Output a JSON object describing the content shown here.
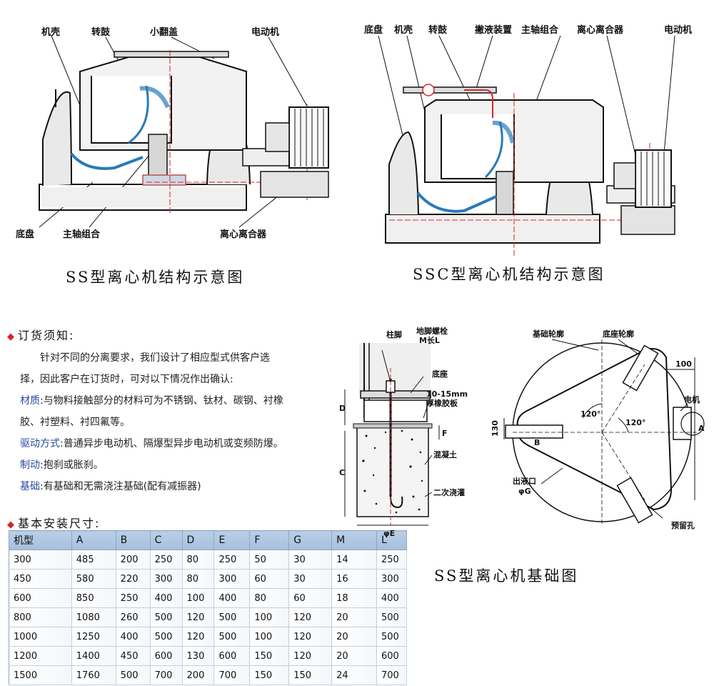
{
  "diagram_ss": {
    "labels": {
      "shell": "机壳",
      "drum": "转鼓",
      "lid": "小翻盖",
      "motor": "电动机",
      "base": "底盘",
      "spindle": "主轴组合",
      "clutch": "离心离合器"
    },
    "caption": "SS型离心机结构示意图"
  },
  "diagram_ssc": {
    "labels": {
      "base": "底盘",
      "shell": "机壳",
      "drum": "转鼓",
      "scraper": "撇液装置",
      "spindle": "主轴组合",
      "clutch": "离心离合器",
      "motor": "电动机"
    },
    "caption": "SSC型离心机结构示意图"
  },
  "order_notes": {
    "title": "订货须知:",
    "intro_line1": "针对不同的分离要求，我们设计了相应型式供客户选",
    "intro_line2": "择，因此客户在订货时，可对以下情况作出确认:",
    "material_key": "材质",
    "material_val1": ":与物料接触部分的材料可为不锈钢、钛材、碳钢、衬橡",
    "material_val2": "胶、衬塑料、衬四氟等。",
    "drive_key": "驱动方式",
    "drive_val": ":普通异步电动机、隔爆型异步电动机或变频防爆。",
    "brake_key": "制动",
    "brake_val": ":抱刹或胀刹。",
    "foundation_key": "基础",
    "foundation_val": ":有基础和无需浇注基础(配有减振器)"
  },
  "install": {
    "title": "基本安装尺寸:",
    "headers": [
      "机型",
      "A",
      "B",
      "C",
      "D",
      "E",
      "F",
      "G",
      "M",
      "L"
    ],
    "rows": [
      [
        "300",
        "485",
        "200",
        "250",
        "80",
        "250",
        "50",
        "30",
        "14",
        "250"
      ],
      [
        "450",
        "580",
        "220",
        "300",
        "80",
        "300",
        "60",
        "30",
        "16",
        "300"
      ],
      [
        "600",
        "850",
        "250",
        "400",
        "100",
        "400",
        "80",
        "60",
        "18",
        "400"
      ],
      [
        "800",
        "1080",
        "260",
        "500",
        "120",
        "500",
        "100",
        "120",
        "20",
        "500"
      ],
      [
        "1000",
        "1250",
        "400",
        "500",
        "120",
        "500",
        "100",
        "120",
        "20",
        "500"
      ],
      [
        "1200",
        "1400",
        "450",
        "600",
        "130",
        "600",
        "150",
        "120",
        "20",
        "600"
      ],
      [
        "1500",
        "1760",
        "500",
        "700",
        "200",
        "700",
        "150",
        "150",
        "24",
        "700"
      ]
    ]
  },
  "foundation_section": {
    "labels": {
      "column": "柱脚",
      "anchor1": "地脚螺栓",
      "anchor2": "M长L",
      "base": "底座",
      "rubber1": "10-15mm",
      "rubber2": "厚橡胶板",
      "concrete": "混凝土",
      "grout": "二次浇灌",
      "dimD": "D",
      "dimF": "F",
      "dimC": "C",
      "dimE": "φE"
    }
  },
  "foundation_plan": {
    "labels": {
      "outline": "基础轮廓",
      "base_outline": "底座轮廓",
      "motor": "电机",
      "dim100": "100",
      "dimA": "A",
      "dim130": "130",
      "dimB": "B",
      "angle1": "120°",
      "angle2": "120°",
      "outlet1": "出液口",
      "outlet2": "φG",
      "hole": "预留孔"
    },
    "caption": "SS型离心机基础图"
  }
}
